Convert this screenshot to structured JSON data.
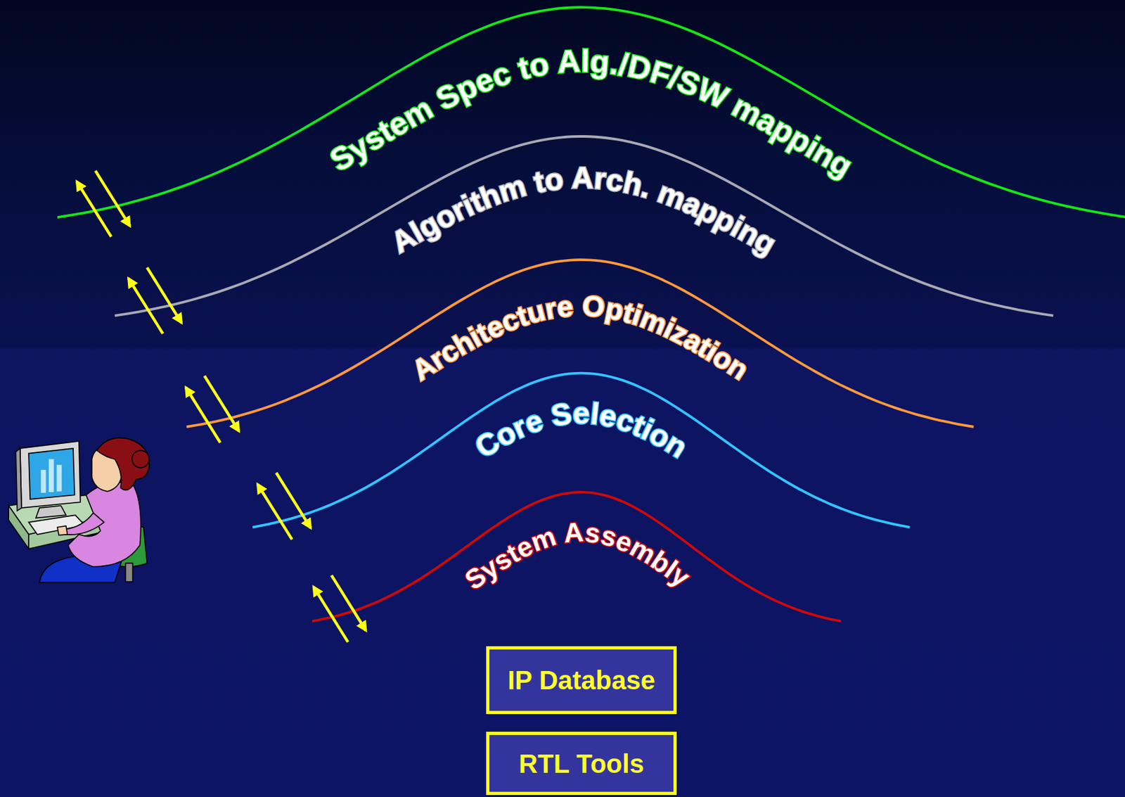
{
  "diagram": {
    "nodes": [
      {
        "text": [
          "IP Database"
        ]
      },
      {
        "text": [
          "RTL Tools"
        ]
      }
    ],
    "labels": [
      "System Spec to Alg./DF/SW mapping",
      "Algorithm to Arch. mapping",
      "Architecture Optimization",
      "Core Selection",
      "System Assembly"
    ]
  }
}
